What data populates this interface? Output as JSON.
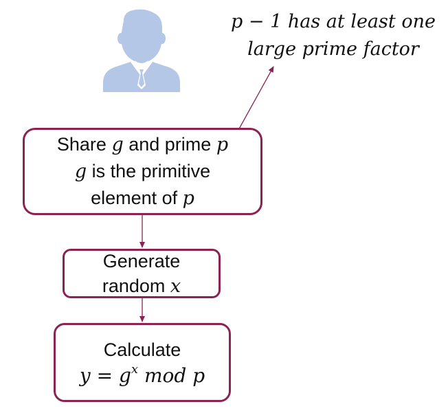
{
  "colors": {
    "box_border": "#8b2252",
    "arrow": "#8b2252",
    "user_icon": "#b4c7e7"
  },
  "icons": {
    "user": "user-person-icon"
  },
  "note": {
    "line1": "p − 1 has at least one",
    "line2": "large prime factor"
  },
  "share_box": {
    "line1_prefix": "Share ",
    "line1_g": "g",
    "line1_middle": " and prime ",
    "line1_p": "p",
    "line2_g": "g",
    "line2_rest": " is the primitive",
    "line3_prefix": "element of ",
    "line3_p": "p"
  },
  "generate_box": {
    "line1": "Generate",
    "line2_prefix": "random ",
    "line2_x": "x"
  },
  "calculate_box": {
    "line1": "Calculate",
    "eq_y": "y",
    "eq_equals": " = ",
    "eq_g": "g",
    "eq_exp": "x",
    "eq_mod": " mod ",
    "eq_p": "p"
  }
}
